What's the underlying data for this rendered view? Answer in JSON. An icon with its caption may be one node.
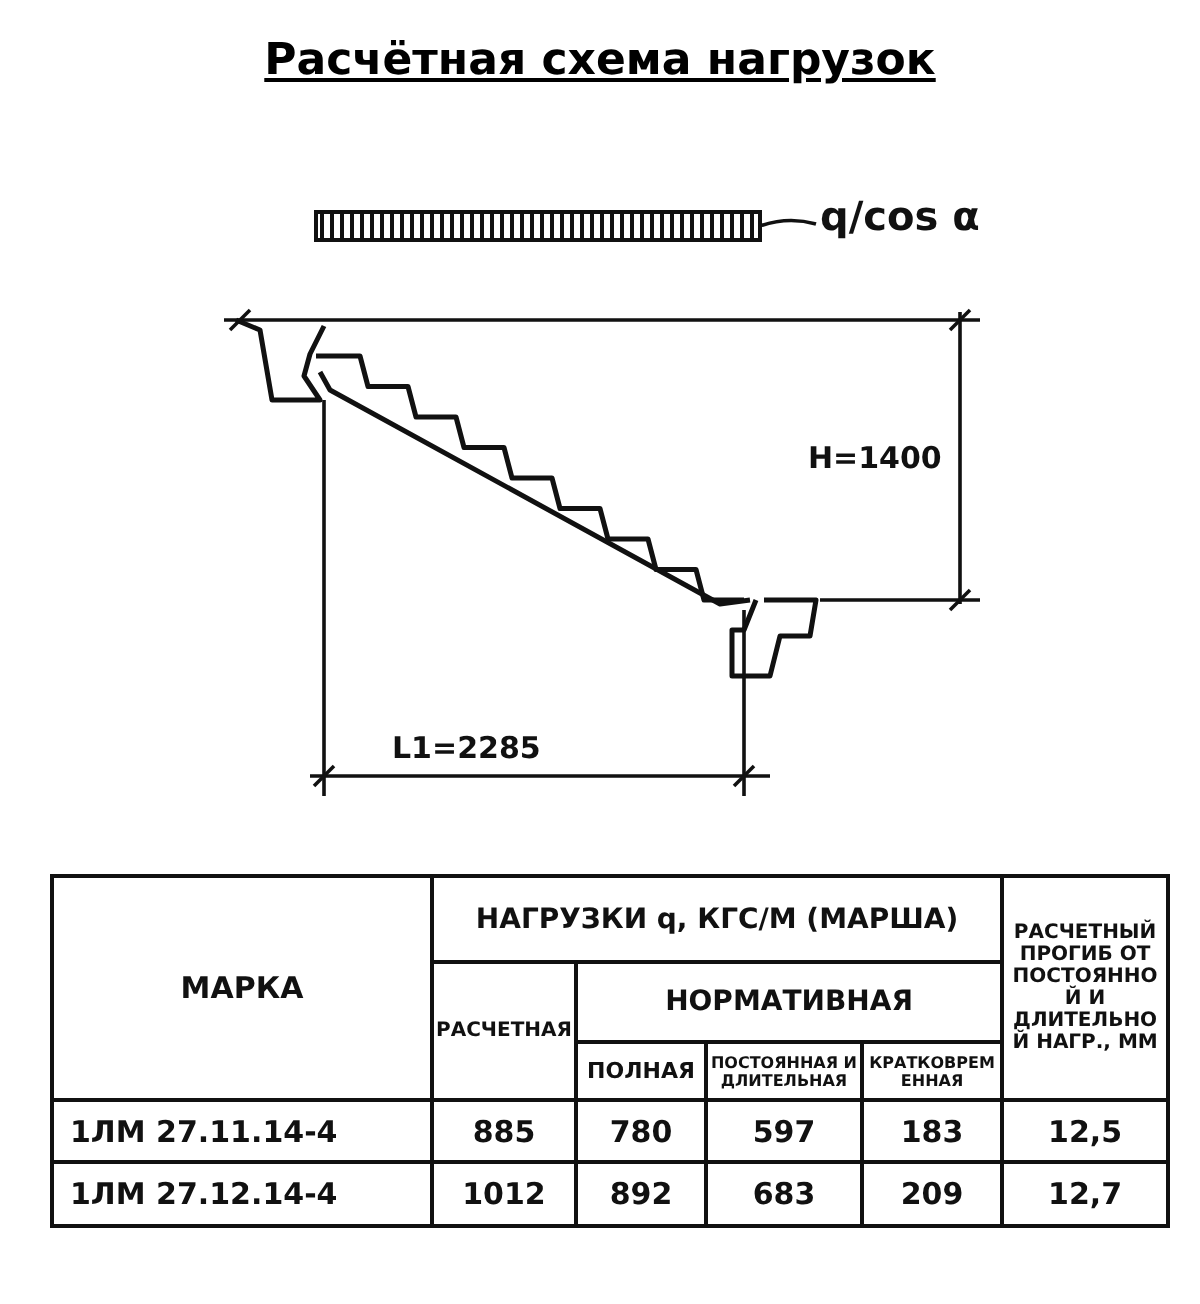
{
  "diagram": {
    "title": "Расчётная схема нагрузок",
    "nodes": [
      {
        "text": [
          "q/cos α"
        ]
      },
      {
        "text": [],
        "shape": "bar"
      }
    ],
    "edges": [
      {
        "from": 0,
        "to": 1,
        "arrow": "none"
      }
    ],
    "labels": [
      "H=1400",
      "L1=2285",
      "МАРКА",
      "НАГРУЗКИ q, КГС/М (МАРША)",
      "РАСЧЕТНЫЙ ПРОГИБ ОТ ПОСТОЯННОЙ И ДЛИТЕЛЬНОЙ НАГР., ММ",
      "РАСЧЕТНАЯ",
      "НОРМАТИВНАЯ",
      "ПОЛНАЯ",
      "ПОСТОЯННАЯ И ДЛИТЕЛЬНАЯ",
      "КРАТКОВРЕМЕННАЯ",
      "1ЛМ 27.11.14-4",
      "885",
      "780",
      "597",
      "183",
      "12,5",
      "1ЛМ 27.12.14-4",
      "1012",
      "892",
      "683",
      "209",
      "12,7"
    ]
  }
}
